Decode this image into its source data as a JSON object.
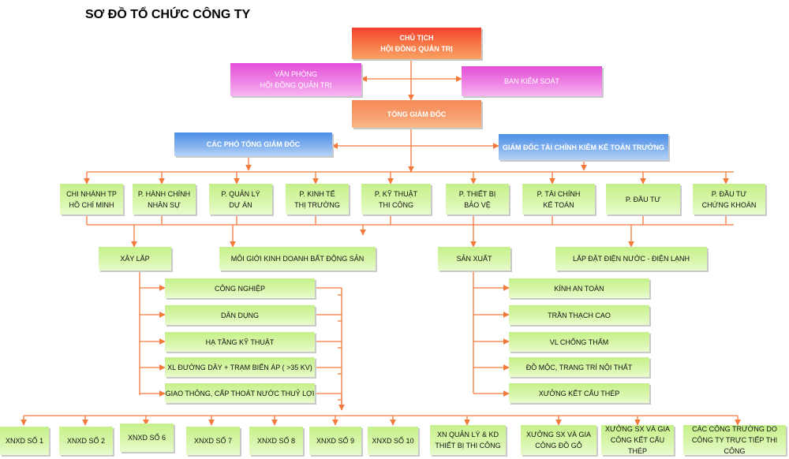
{
  "title": "SƠ ĐỒ TỔ CHỨC CÔNG TY",
  "colors": {
    "wire": "#f47a3c",
    "red": "#f6402e",
    "pink": "#e44ed8",
    "blue": "#4d8ee6",
    "orange": "#f58a55",
    "green": "#c6f08a"
  },
  "top": {
    "chairman": [
      "CHỦ TỊCH",
      "HỘI ĐỒNG QUẢN TRỊ"
    ],
    "board_office": [
      "VĂN PHÒNG",
      "HỘI ĐỒNG QUẢN TRỊ"
    ],
    "audit": "BAN KIỂM SOÁT",
    "ceo": "TỔNG GIÁM ĐỐC",
    "deputy": "CÁC PHÓ TỔNG GIÁM ĐỐC",
    "cfo": "GIÁM ĐỐC TÀI CHÍNH KIÊM KẾ TOÁN TRƯỞNG"
  },
  "departments": [
    [
      "CHI NHÁNH TP",
      "HỒ CHÍ MINH"
    ],
    [
      "P. HÀNH CHÍNH",
      "NHÂN SỰ"
    ],
    [
      "P. QUẢN LÝ",
      "DỰ ÁN"
    ],
    [
      "P. KINH TẾ",
      "THỊ TRƯỜNG"
    ],
    [
      "P. KỸ THUẬT",
      "THI CÔNG"
    ],
    [
      "P. THIẾT BỊ",
      "BẢO VỆ"
    ],
    [
      "P. TÀI CHÍNH",
      "KẾ TOÁN"
    ],
    [
      "P. ĐẦU TƯ",
      ""
    ],
    [
      "P. ĐẦU TƯ",
      "CHỨNG KHOÁN"
    ]
  ],
  "divisions": [
    "XÂY LẮP",
    "MÔI GIỚI KINH DOANH BẤT ĐỘNG SẢN",
    "SẢN XUẤT",
    "LẮP ĐẶT ĐIỆN NƯỚC - ĐIỆN LẠNH"
  ],
  "construction": [
    "CÔNG NGHIỆP",
    "DÂN DỤNG",
    "HẠ TẦNG KỸ THUẬT",
    "XL ĐƯỜNG DÂY + TRẠM BIẾN ÁP ( >35 KV)",
    "GIAO THÔNG, CẤP THOÁT NƯỚC THUỶ LỢI"
  ],
  "production": [
    "KÍNH AN TOÀN",
    "TRẦN THẠCH CAO",
    "VL CHỐNG THẤM",
    "ĐỒ MỘC, TRANG TRÍ NỘI THẤT",
    "XƯỞNG KẾT CẤU THÉP"
  ],
  "units": [
    [
      "XNXD SỐ 1"
    ],
    [
      "XNXD SỐ 2"
    ],
    [
      "XNXD SỐ 6"
    ],
    [
      "XNXD SỐ 7"
    ],
    [
      "XNXD SỐ 8"
    ],
    [
      "XNXD SỐ 9"
    ],
    [
      "XNXD SỐ 10"
    ],
    [
      "XN QUẢN LÝ & KD",
      "THIẾT BỊ THI CÔNG"
    ],
    [
      "XƯỞNG SX VÀ GIA",
      "CÔNG ĐỒ GỖ"
    ],
    [
      "XƯỞNG SX VÀ GIA",
      "CÔNG KẾT CẤU THÉP"
    ],
    [
      "CÁC CÔNG TRƯỜNG DO",
      "CÔNG TY TRỰC TIẾP THI CÔNG"
    ]
  ]
}
